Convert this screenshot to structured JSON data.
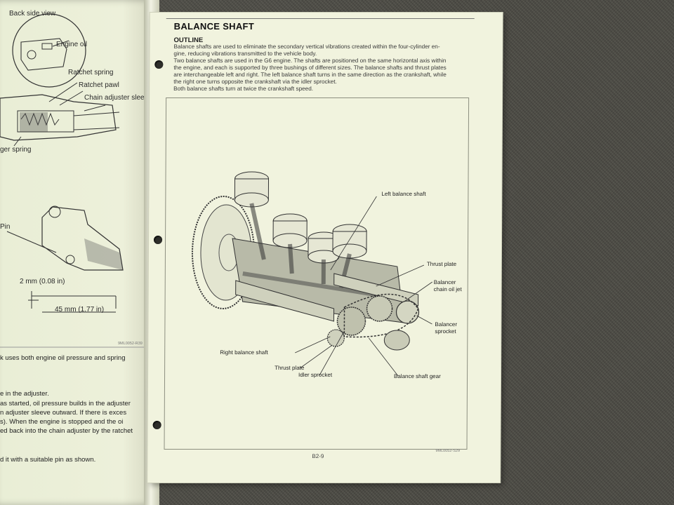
{
  "left_page": {
    "labels": {
      "back_side_view": "Back side view",
      "engine_oil": "Engine oil",
      "ratchet_spring": "Ratchet spring",
      "ratchet_pawl": "Ratchet pawl",
      "chain_adjuster_sleeve": "Chain adjuster sleeve",
      "ger_spring": "ger spring",
      "pin": "Pin",
      "dim_2mm": "2 mm (0.08 in)",
      "dim_45mm": "45 mm (1.77 in)",
      "fig_code": "9ML0052-R39"
    },
    "text_lines": [
      "k uses both engine oil pressure and spring",
      "e in the adjuster.",
      "as started, oil pressure builds in the adjuster",
      "n adjuster sleeve outward. If there is exces",
      "s). When the engine is stopped and the oi",
      "ed back into the chain adjuster by the ratchet",
      "d it with a suitable pin as shown."
    ]
  },
  "right_page": {
    "heading": "BALANCE SHAFT",
    "subheading": "OUTLINE",
    "body_lines": [
      "Balance shafts are used to eliminate the secondary vertical vibrations created within the four-cylinder en-",
      "gine, reducing vibrations transmitted to the vehicle body.",
      "Two balance shafts are used in the G6 engine. The shafts are positioned on the same horizontal axis within",
      "the engine, and each is supported by three bushings of different sizes. The balance shafts and thrust plates",
      "are interchangeable left and right. The left balance shaft turns in the same direction as the crankshaft, while",
      "the right one turns opposite the crankshaft via the idler sprocket.",
      "Both balance shafts turn at twice the crankshaft speed."
    ],
    "figure_labels": {
      "left_balance_shaft": "Left balance shaft",
      "thrust_plate_upper": "Thrust plate",
      "balancer_chain_oil_jet": "Balancer chain oil jet",
      "balancer_sprocket": "Balancer sprocket",
      "right_balance_shaft": "Right balance shaft",
      "thrust_plate_lower": "Thrust plate",
      "idler_sprocket": "Idler sprocket",
      "balance_shaft_gear": "Balance shaft gear"
    },
    "figure_code": "9ML0052-S29",
    "page_number": "B2-9"
  }
}
